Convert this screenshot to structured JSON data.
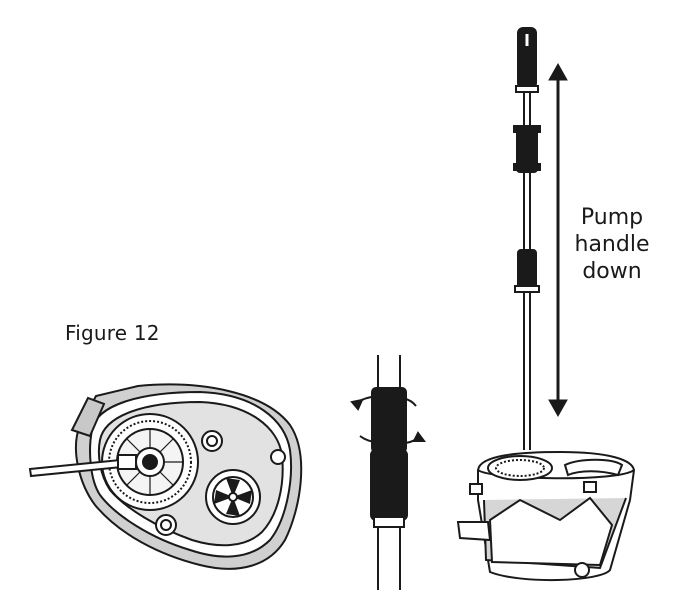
{
  "figure": {
    "label": "Figure 12"
  },
  "instruction": {
    "lines": [
      "Pump",
      "handle",
      "down"
    ]
  },
  "icons": {
    "detail": "mop-bucket-spinner-closeup-icon",
    "handle": "twist-lock-handle-icon",
    "mop": "spin-mop-and-bucket-icon",
    "arrow": "up-down-arrow-icon"
  }
}
